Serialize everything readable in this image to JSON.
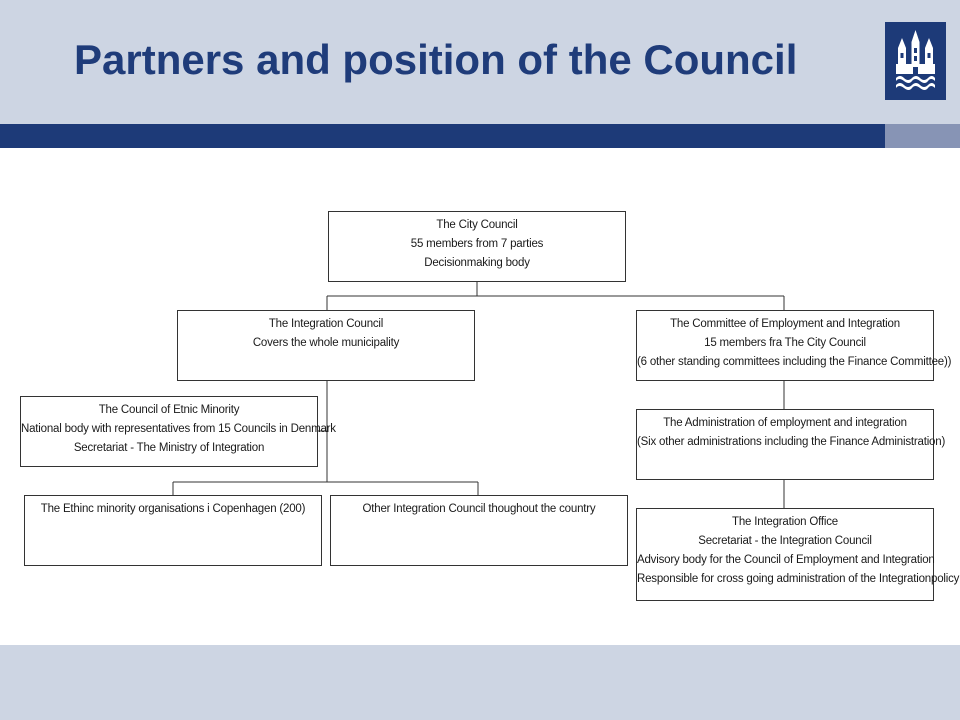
{
  "slide": {
    "title": "Partners and position of the Council",
    "colors": {
      "brand_dark": "#1d3a78",
      "brand_light": "#cdd5e3",
      "band_accent": "#8794b5",
      "title_text": "#1f3c7a"
    },
    "logo_icon": "copenhagen-castle-crest-icon"
  },
  "org_chart": {
    "city_council": [
      "The City Council",
      "55 members from 7 parties",
      "Decisionmaking body"
    ],
    "integration_council": [
      "The Integration Council",
      "Covers the whole municipality"
    ],
    "committee": [
      "The Committee of Employment and Integration",
      "15 members fra The City Council",
      "(6 other standing committees including the Finance Committee))"
    ],
    "etnic_minority_council": [
      "The Council of Etnic Minority",
      "National body with representatives from 15 Councils in Denmark",
      "Secretariat - The Ministry of Integration"
    ],
    "administration": [
      "The Administration of employment and integration",
      "(Six other administrations including the Finance Administration)"
    ],
    "ethnic_organisations": [
      "The Ethinc minority organisations i Copenhagen (200)"
    ],
    "other_councils": [
      "Other Integration Council thoughout the country"
    ],
    "integration_office": [
      "The Integration Office",
      "Secretariat - the Integration Council",
      "Advisory body for the Council of Employment and Integration",
      "Responsible for cross going administration of the Integrationpolicy"
    ]
  }
}
